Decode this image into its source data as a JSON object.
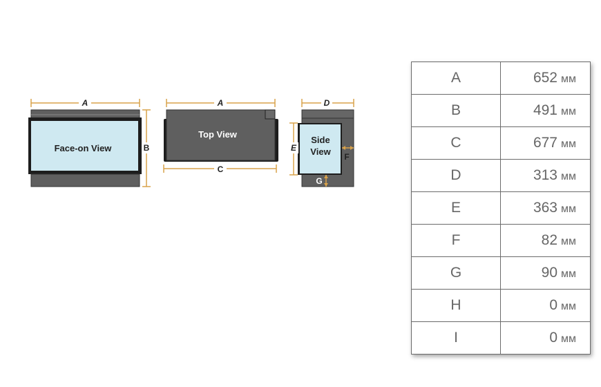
{
  "views": {
    "face_on": "Face-on View",
    "top": "Top View",
    "side_line1": "Side",
    "side_line2": "View"
  },
  "callouts": {
    "face_width": "A",
    "face_height": "B",
    "top_width": "A",
    "top_depth": "C",
    "side_depth": "D",
    "side_height": "E",
    "side_offset": "F",
    "side_gap": "G"
  },
  "colors": {
    "body_dark": "#5f5f5f",
    "glass": "#cfe9f1",
    "frame": "#1d1d1d",
    "dimension_line": "#d9a24a"
  },
  "dimensions": [
    {
      "letter": "A",
      "value": "652",
      "unit": "мм"
    },
    {
      "letter": "B",
      "value": "491",
      "unit": "мм"
    },
    {
      "letter": "C",
      "value": "677",
      "unit": "мм"
    },
    {
      "letter": "D",
      "value": "313",
      "unit": "мм"
    },
    {
      "letter": "E",
      "value": "363",
      "unit": "мм"
    },
    {
      "letter": "F",
      "value": "82",
      "unit": "мм"
    },
    {
      "letter": "G",
      "value": "90",
      "unit": "мм"
    },
    {
      "letter": "H",
      "value": "0",
      "unit": "мм"
    },
    {
      "letter": "I",
      "value": "0",
      "unit": "мм"
    }
  ]
}
